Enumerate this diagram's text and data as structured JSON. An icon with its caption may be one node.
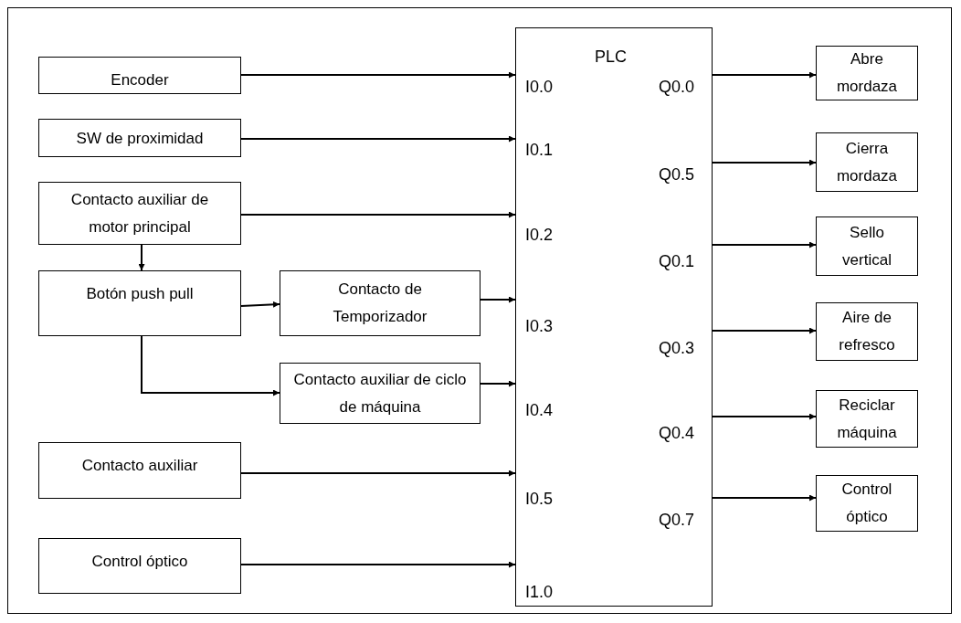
{
  "diagram": {
    "nodes": [
      {
        "text": [
          "Encoder"
        ]
      },
      {
        "text": [
          "SW de proximidad"
        ]
      },
      {
        "text": [
          "Contacto auxiliar de motor principal"
        ]
      },
      {
        "text": [
          "Botón push pull"
        ]
      },
      {
        "text": [
          "Contacto de Temporizador"
        ]
      },
      {
        "text": [
          "Contacto auxiliar de ciclo de máquina"
        ]
      },
      {
        "text": [
          "Contacto auxiliar"
        ]
      },
      {
        "text": [
          "Control óptico"
        ]
      },
      {
        "text": [
          "PLC",
          "I0.0",
          "I0.1",
          "I0.2",
          "I0.3",
          "I0.4",
          "I0.5",
          "I1.0",
          "Q0.0",
          "Q0.5",
          "Q0.1",
          "Q0.3",
          "Q0.4",
          "Q0.7"
        ]
      },
      {
        "text": [
          "Abre mordaza"
        ]
      },
      {
        "text": [
          "Cierra mordaza"
        ]
      },
      {
        "text": [
          "Sello vertical"
        ]
      },
      {
        "text": [
          "Aire de refresco"
        ]
      },
      {
        "text": [
          "Reciclar máquina"
        ]
      },
      {
        "text": [
          "Control óptico"
        ]
      }
    ],
    "edges": [
      {
        "from": 0,
        "to": 8,
        "arrow": "to"
      },
      {
        "from": 1,
        "to": 8,
        "arrow": "to"
      },
      {
        "from": 2,
        "to": 8,
        "arrow": "to"
      },
      {
        "from": 2,
        "to": 3,
        "arrow": "to"
      },
      {
        "from": 3,
        "to": 4,
        "arrow": "to"
      },
      {
        "from": 3,
        "to": 5,
        "arrow": "to"
      },
      {
        "from": 4,
        "to": 8,
        "arrow": "to"
      },
      {
        "from": 5,
        "to": 8,
        "arrow": "to"
      },
      {
        "from": 6,
        "to": 8,
        "arrow": "to"
      },
      {
        "from": 7,
        "to": 8,
        "arrow": "to"
      },
      {
        "from": 8,
        "to": 9,
        "arrow": "to"
      },
      {
        "from": 8,
        "to": 10,
        "arrow": "to"
      },
      {
        "from": 8,
        "to": 11,
        "arrow": "to"
      },
      {
        "from": 8,
        "to": 12,
        "arrow": "to"
      },
      {
        "from": 8,
        "to": 13,
        "arrow": "to"
      },
      {
        "from": 8,
        "to": 14,
        "arrow": "to"
      }
    ]
  }
}
